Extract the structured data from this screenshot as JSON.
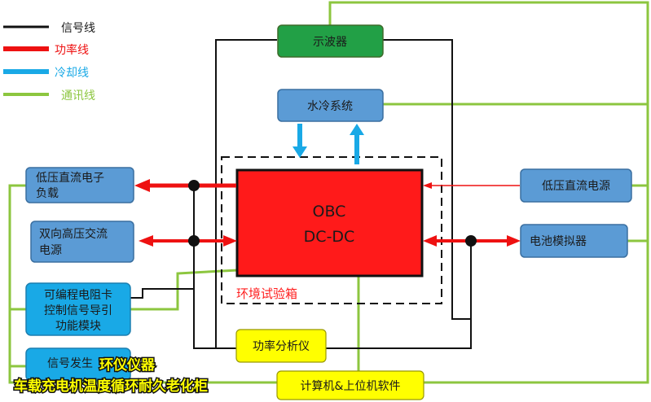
{
  "legend": {
    "signal": "信号线",
    "power": "功率线",
    "cooling": "冷却线",
    "comm": "通讯线"
  },
  "colors": {
    "signal": "#111111",
    "power": "#ee1111",
    "cooling": "#19a9e6",
    "comm": "#8cc63f",
    "box_blue": "#5b9bd5",
    "box_green": "#22a046",
    "box_yellow": "#ffff00",
    "dut_red": "#ff1a1a",
    "watermark": "#ffff00"
  },
  "boxes": {
    "oscilloscope": "示波器",
    "water_cooling": "水冷系统",
    "dut_line1": "OBC",
    "dut_line2": "DC-DC",
    "chamber": "环境试验箱",
    "lv_load_l1": "低压直流电子",
    "lv_load_l2": "负载",
    "hv_source_l1": "双向高压交流",
    "hv_source_l2": "电源",
    "prog_l1": "可编程电阻卡",
    "prog_l2": "控制信号导引",
    "prog_l3": "功能模块",
    "sig_gen": "信号发生",
    "lv_source": "低压直流电源",
    "battery_sim": "电池模拟器",
    "power_analyzer": "功率分析仪",
    "computer": "计算机&上位机软件"
  },
  "watermark": {
    "line1": "环仪仪器",
    "line2": "车载充电机温度循环耐久老化柜"
  }
}
